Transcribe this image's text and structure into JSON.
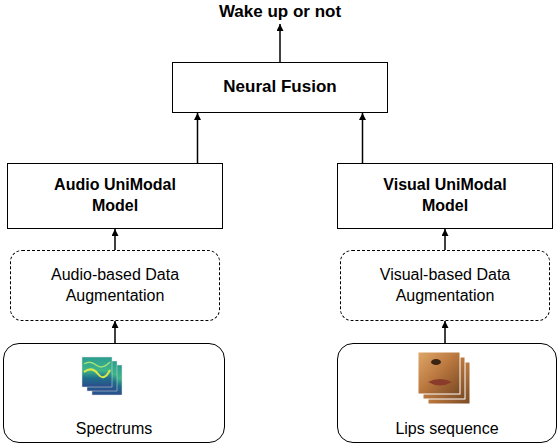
{
  "diagram": {
    "nodes": [
      {
        "text": [
          "Neural Fusion"
        ]
      },
      {
        "text": [
          "Audio UniModal Model"
        ]
      },
      {
        "text": [
          "Visual UniModal Model"
        ]
      },
      {
        "text": [
          "Audio-based Data Augmentation"
        ]
      },
      {
        "text": [
          "Visual-based Data Augmentation"
        ]
      },
      {
        "text": [
          "Spectrums"
        ]
      },
      {
        "text": [
          "Lips sequence"
        ]
      }
    ],
    "edges": [
      {
        "from": 5,
        "to": 3,
        "arrow": "to"
      },
      {
        "from": 3,
        "to": 1,
        "arrow": "to"
      },
      {
        "from": 1,
        "to": 0,
        "arrow": "to"
      },
      {
        "from": 6,
        "to": 4,
        "arrow": "to"
      },
      {
        "from": 4,
        "to": 2,
        "arrow": "to"
      },
      {
        "from": 2,
        "to": 0,
        "arrow": "to"
      }
    ],
    "labels": [
      "Wake up or not"
    ]
  }
}
